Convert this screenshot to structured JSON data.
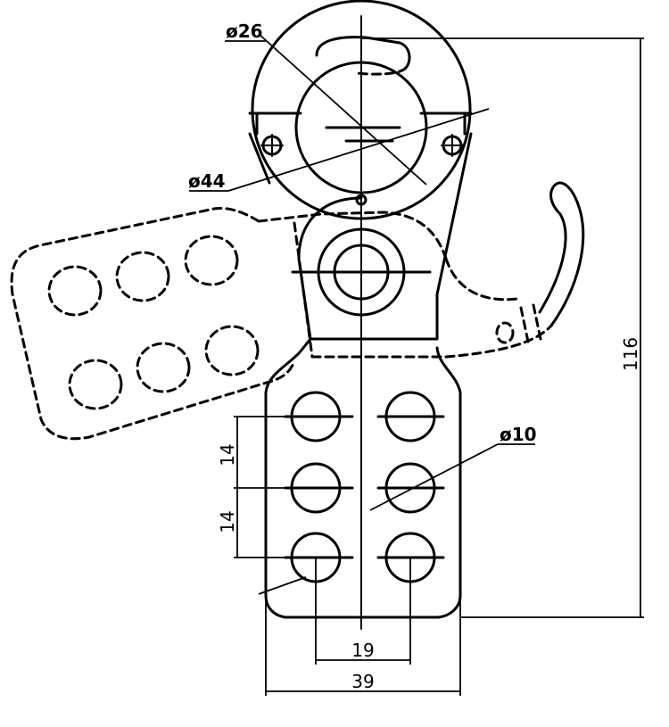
{
  "dimensions": {
    "dia_small_bore": "ø26",
    "dia_ring": "ø44",
    "dia_hole": "ø10",
    "height_total": "116",
    "pitch_upper": "14",
    "pitch_lower": "14",
    "hole_spacing": "19",
    "body_width": "39"
  }
}
